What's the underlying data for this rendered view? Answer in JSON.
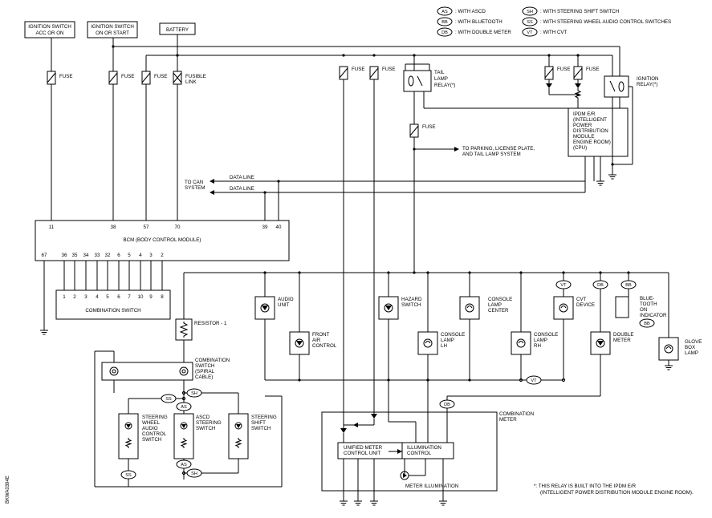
{
  "legend": {
    "as": {
      "tag": "AS",
      "text": ": WITH ASCD"
    },
    "bb": {
      "tag": "BB",
      "text": ": WITH BLUETOOTH"
    },
    "db": {
      "tag": "DB",
      "text": ": WITH DOUBLE METER"
    },
    "sh": {
      "tag": "SH",
      "text": ": WITH STEERING SHIFT SWITCH"
    },
    "ss": {
      "tag": "SS",
      "text": ": WITH STEERING WHEEL AUDIO CONTROL SWITCHES"
    },
    "vt": {
      "tag": "VT",
      "text": ": WITH CVT"
    }
  },
  "sources": {
    "ign_acc": [
      "IGNITION SWITCH",
      "ACC OR ON"
    ],
    "ign_start": [
      "IGNITION SWITCH",
      "ON OR START"
    ],
    "battery": "BATTERY"
  },
  "labels": {
    "fuse": "FUSE",
    "fusible_link": [
      "FUSIBLE",
      "LINK"
    ],
    "tail_relay": [
      "TAIL",
      "LAMP",
      "RELAY(*)"
    ],
    "ign_relay": [
      "IGNITION",
      "RELAY(*)"
    ],
    "ipdm": [
      "IPDM E/R",
      "(INTELLIGENT",
      "POWER",
      "DISTRIBUTION",
      "MODULE",
      "ENGINE ROOM)",
      "(CPU)"
    ],
    "parking": [
      "TO PARKING, LICENSE PLATE,",
      "AND TAIL LAMP SYSTEM"
    ],
    "data_line": "DATA LINE",
    "to_can": [
      "TO CAN",
      "SYSTEM"
    ],
    "bcm": "BCM (BODY CONTROL MODULE)",
    "combination_switch": "COMBINATION SWITCH",
    "resistor": "RESISTOR - 1",
    "spiral": [
      "COMBINATION",
      "SWITCH",
      "(SPIRAL",
      "CABLE)"
    ],
    "steering_audio": [
      "STEERING",
      "WHEEL",
      "AUDIO",
      "CONTROL",
      "SWITCH"
    ],
    "ascd_switch": [
      "ASCD",
      "STEERING",
      "SWITCH"
    ],
    "shift_switch": [
      "STEERING",
      "SHIFT",
      "SWITCH"
    ],
    "audio_unit": [
      "AUDIO",
      "UNIT"
    ],
    "front_air": [
      "FRONT",
      "AIR",
      "CONTROL"
    ],
    "hazard": [
      "HAZARD",
      "SWITCH"
    ],
    "console_lh": [
      "CONSOLE",
      "LAMP",
      "LH"
    ],
    "console_center": [
      "CONSOLE",
      "LAMP",
      "CENTER"
    ],
    "console_rh": [
      "CONSOLE",
      "LAMP",
      "RH"
    ],
    "cvt_device": [
      "CVT",
      "DEVICE"
    ],
    "double_meter": [
      "DOUBLE",
      "METER"
    ],
    "bluetooth": [
      "BLUE-",
      "TOOTH",
      "ON",
      "INDICATOR"
    ],
    "glove_box": [
      "GLOVE",
      "BOX",
      "LAMP"
    ],
    "combination_meter": [
      "COMBINATION",
      "METER"
    ],
    "unified_meter": [
      "UNIFIED METER",
      "CONTROL UNIT"
    ],
    "illumination_control": [
      "ILLUMINATION",
      "CONTROL"
    ],
    "meter_illumination": "METER ILLUMINATION",
    "footnote": [
      "*: THIS RELAY IS BUILT INTO THE IPDM E/R",
      "(INTELLIGENT POWER DISTRIBUTION MODULE ENGINE ROOM)."
    ],
    "figure_id": "BKWA0394E"
  },
  "bcm_pins_top": [
    "11",
    "38",
    "57",
    "70",
    "39",
    "40"
  ],
  "bcm_pins_bottom": [
    "67",
    "36",
    "35",
    "34",
    "33",
    "32",
    "6",
    "5",
    "4",
    "3",
    "2"
  ],
  "switch_pins": [
    "1",
    "2",
    "3",
    "4",
    "5",
    "6",
    "7",
    "10",
    "9",
    "8"
  ]
}
